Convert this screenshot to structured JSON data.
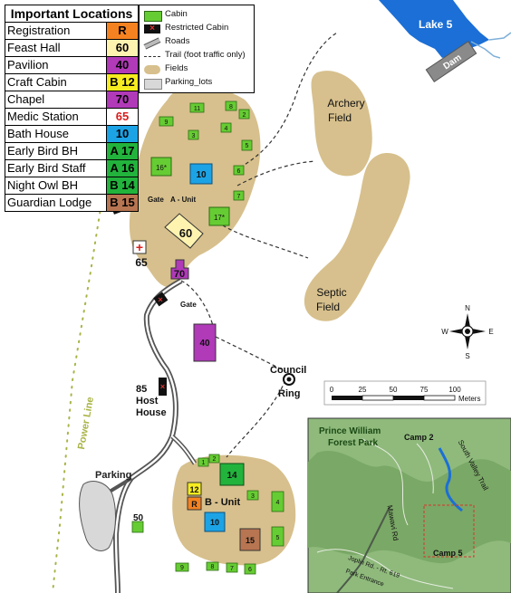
{
  "legend": {
    "title": "Important Locations",
    "items": [
      {
        "name": "Registration",
        "code": "R",
        "color": "#f58220",
        "text_color": "#000000"
      },
      {
        "name": "Feast Hall",
        "code": "60",
        "color": "#fff3b0",
        "text_color": "#000000"
      },
      {
        "name": "Pavilion",
        "code": "40",
        "color": "#b03ab8",
        "text_color": "#000000"
      },
      {
        "name": "Craft Cabin",
        "code": "B 12",
        "color": "#f6ec20",
        "text_color": "#000000"
      },
      {
        "name": "Chapel",
        "code": "70",
        "color": "#b03ab8",
        "text_color": "#000000"
      },
      {
        "name": "Medic Station",
        "code": "65",
        "color": "#ffffff",
        "text_color": "#d81e1e"
      },
      {
        "name": "Bath House",
        "code": "10",
        "color": "#1ca3e6",
        "text_color": "#000000"
      },
      {
        "name": "Early Bird BH",
        "code": "A 17",
        "color": "#22b33c",
        "text_color": "#000000"
      },
      {
        "name": "Early Bird Staff",
        "code": "A 16",
        "color": "#22b33c",
        "text_color": "#000000"
      },
      {
        "name": "Night Owl BH",
        "code": "B 14",
        "color": "#22b33c",
        "text_color": "#000000"
      },
      {
        "name": "Guardian Lodge",
        "code": "B 15",
        "color": "#b87551",
        "text_color": "#000000"
      }
    ]
  },
  "map_key": {
    "items": [
      {
        "symbol": "cabin",
        "label": "Cabin"
      },
      {
        "symbol": "restricted-cabin",
        "label": "Restricted Cabin"
      },
      {
        "symbol": "road",
        "label": "Roads"
      },
      {
        "symbol": "trail",
        "label": "Trail (foot traffic only)"
      },
      {
        "symbol": "field",
        "label": "Fields"
      },
      {
        "symbol": "parking",
        "label": "Parking_lots"
      }
    ]
  },
  "colors": {
    "field": "#d7c08d",
    "cabin": "#66cc33",
    "water": "#1b6fd6",
    "power_line": "#a9b446",
    "inset_bg": "#8fba7c"
  },
  "labels": {
    "lake": "Lake 5",
    "dam": "Dam",
    "archery": [
      "Archery",
      "Field"
    ],
    "septic": [
      "Septic",
      "Field"
    ],
    "council": [
      "Council",
      "Ring"
    ],
    "host": [
      "85",
      "Host",
      "House"
    ],
    "parking": "Parking",
    "power_line": "Power Line",
    "a_unit": "A - Unit",
    "b_unit": "B - Unit",
    "gate": "Gate",
    "compass": [
      "N",
      "S",
      "E",
      "W"
    ]
  },
  "buildings": {
    "feast_hall": "60",
    "medic_code": "65",
    "chapel": "70",
    "pavilion": "40",
    "bath_a": "10",
    "bath_b": "10",
    "early_bird_bh": "17*",
    "early_bird_staff": "16*",
    "night_owl_bh": "14",
    "guardian_lodge": "15",
    "craft_cabin": "12",
    "registration": "R",
    "cabin_50": "50"
  },
  "cabins_a": [
    "9",
    "11",
    "8",
    "2",
    "3",
    "4",
    "5",
    "6",
    "7"
  ],
  "cabins_b": [
    "1",
    "2",
    "3",
    "4",
    "5",
    "9",
    "8",
    "7",
    "6"
  ],
  "scale_bar": {
    "ticks": [
      "0",
      "25",
      "50",
      "75",
      "100"
    ],
    "unit": "Meters"
  },
  "inset": {
    "title": [
      "Prince William",
      "Forest Park"
    ],
    "camp2": "Camp 2",
    "camp5": "Camp 5",
    "south_valley": "South Valley Trail",
    "mawavi": "Mawavi Rd",
    "joplin": "Joplin Rd. - Rt. 619",
    "park_entrance": "Park Entrance"
  }
}
